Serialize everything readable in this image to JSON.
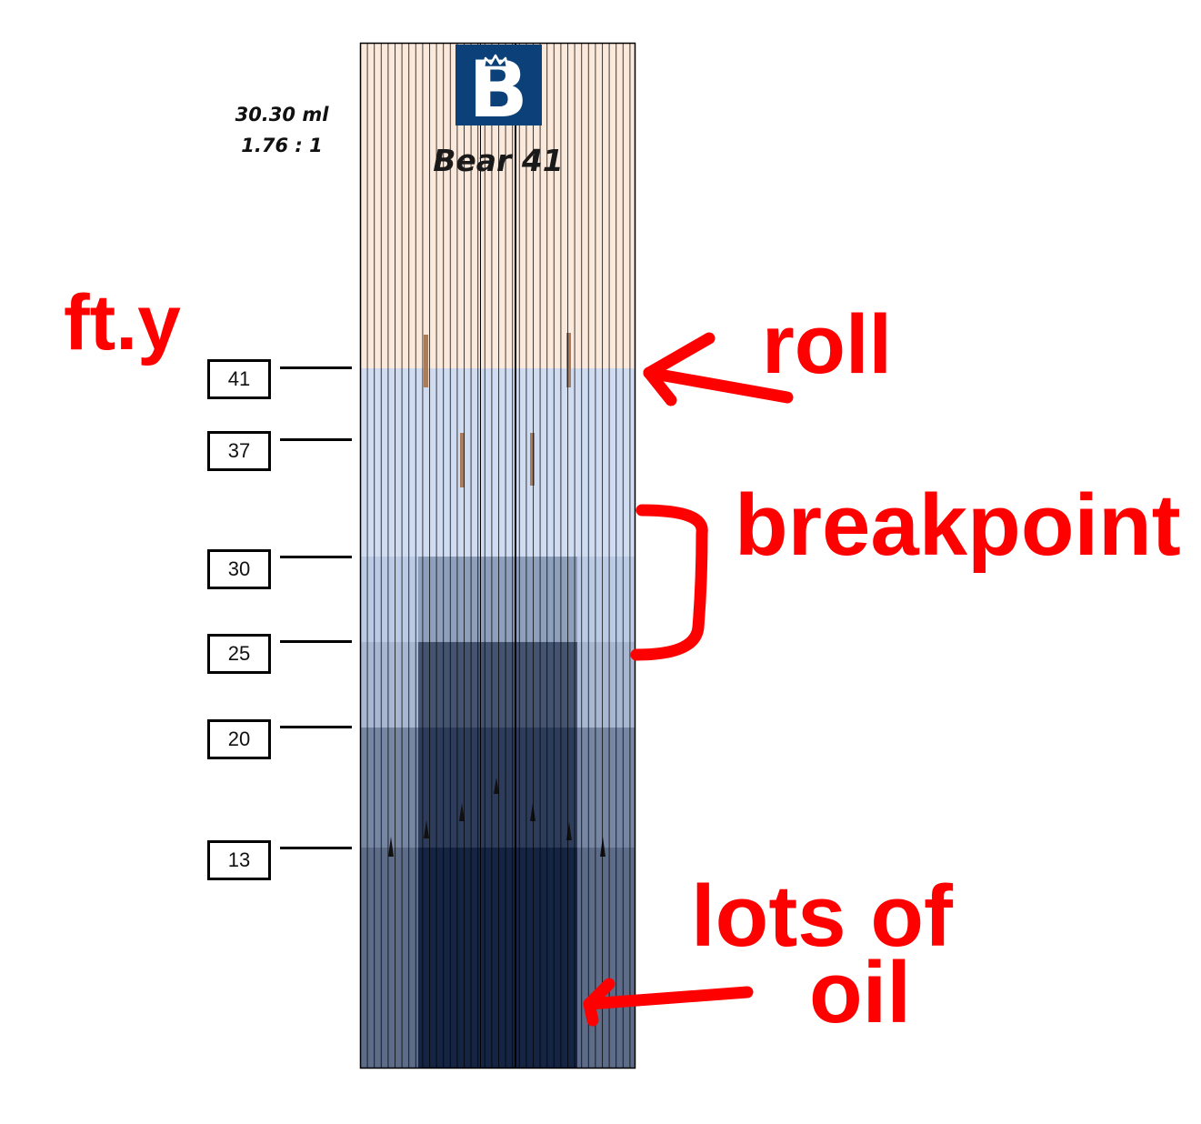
{
  "readout": {
    "volume": "30.30 ml",
    "ratio": "1.76 : 1"
  },
  "sample": {
    "name": "Bear 41",
    "logo_letter": "B"
  },
  "scale_marks": [
    "41",
    "37",
    "30",
    "25",
    "20",
    "13"
  ],
  "annotations": {
    "top_left": "ft.y",
    "roll": "roll",
    "breakpoint": "breakpoint",
    "oil_line1": "lots of",
    "oil_line2": "oil"
  },
  "colors": {
    "paper_top": "#fbe9dc",
    "zone_41": "#cfdcf1",
    "zone_30": "#aebdd7",
    "zone_25": "#8f9fbb",
    "zone_20": "#5b6a87",
    "zone_13": "#1c2b4a",
    "logo": "#0b4178",
    "annotation": "#ff0000"
  }
}
